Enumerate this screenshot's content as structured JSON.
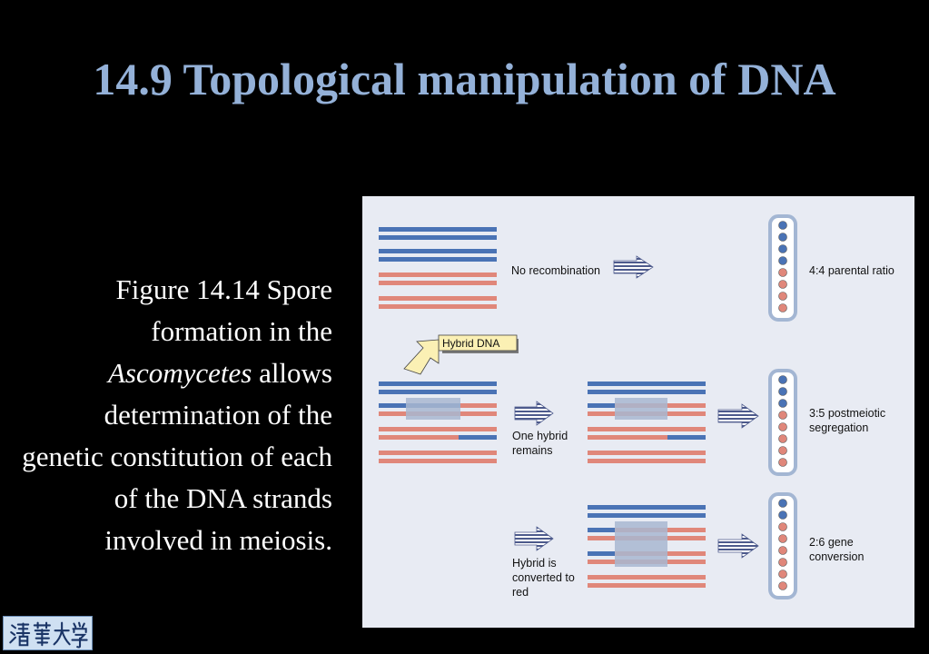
{
  "slide": {
    "title": "14.9 Topological manipulation of DNA",
    "caption": {
      "part1": "Figure 14.14 Spore formation in the ",
      "italic": "Ascomycetes",
      "part2": " allows determination of the genetic constitution of each of the DNA strands involved in meiosis."
    }
  },
  "figure": {
    "callout": "Hybrid DNA",
    "rows": [
      {
        "process": [
          "No recombination"
        ],
        "result": [
          "4:4 parental ratio"
        ],
        "spores": [
          "blue",
          "blue",
          "blue",
          "blue",
          "red",
          "red",
          "red",
          "red"
        ]
      },
      {
        "process": [
          "One hybrid",
          "remains"
        ],
        "result": [
          "3:5 postmeiotic",
          "segregation"
        ],
        "spores": [
          "blue",
          "blue",
          "blue",
          "red",
          "red",
          "red",
          "red",
          "red"
        ]
      },
      {
        "process": [
          "Hybrid  is",
          "converted to",
          "red"
        ],
        "result": [
          "2:6 gene",
          "conversion"
        ],
        "spores": [
          "blue",
          "blue",
          "red",
          "red",
          "red",
          "red",
          "red",
          "red"
        ]
      }
    ]
  },
  "logo": {
    "text": "清華大學"
  },
  "colors": {
    "title": "#94b1d8",
    "panel": "#e8ebf3",
    "blue_strand": "#4a73b5",
    "red_strand": "#e0877a",
    "hybrid_box": "#a8b7d0",
    "callout": "#fbf0b4"
  }
}
